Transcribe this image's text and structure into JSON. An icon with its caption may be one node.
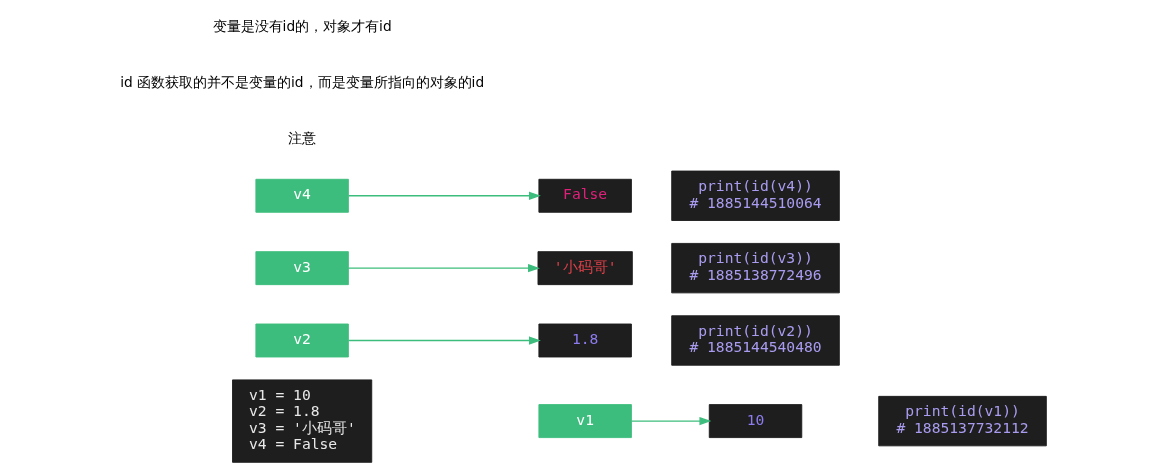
{
  "diagram": {
    "nodes": [
      {
        "text": [
          "v1 = 10",
          "v2 = 1.8",
          "v3 = '小码哥'",
          "v4 = False"
        ]
      },
      {
        "text": [
          "v1"
        ]
      },
      {
        "text": [
          "v2"
        ]
      },
      {
        "text": [
          "v3"
        ]
      },
      {
        "text": [
          "v4"
        ]
      },
      {
        "text": [
          "10"
        ]
      },
      {
        "text": [
          "1.8"
        ]
      },
      {
        "text": [
          "'小码哥'"
        ]
      },
      {
        "text": [
          "False"
        ]
      },
      {
        "text": [
          "print(id(v1))",
          "# 1885137732112"
        ]
      },
      {
        "text": [
          "print(id(v2))",
          "# 1885144540480"
        ]
      },
      {
        "text": [
          "print(id(v3))",
          "# 1885138772496"
        ]
      },
      {
        "text": [
          "print(id(v4))",
          "# 1885144510064"
        ]
      }
    ],
    "edges": [
      {
        "from": 1,
        "to": 5,
        "arrow": "to"
      },
      {
        "from": 2,
        "to": 6,
        "arrow": "to"
      },
      {
        "from": 3,
        "to": 7,
        "arrow": "to"
      },
      {
        "from": 4,
        "to": 8,
        "arrow": "to"
      }
    ],
    "labels": [
      "注意",
      "id 函数获取的并不是变量的id，而是变量所指向的对象的id",
      "变量是没有id的，对象才有id"
    ]
  }
}
